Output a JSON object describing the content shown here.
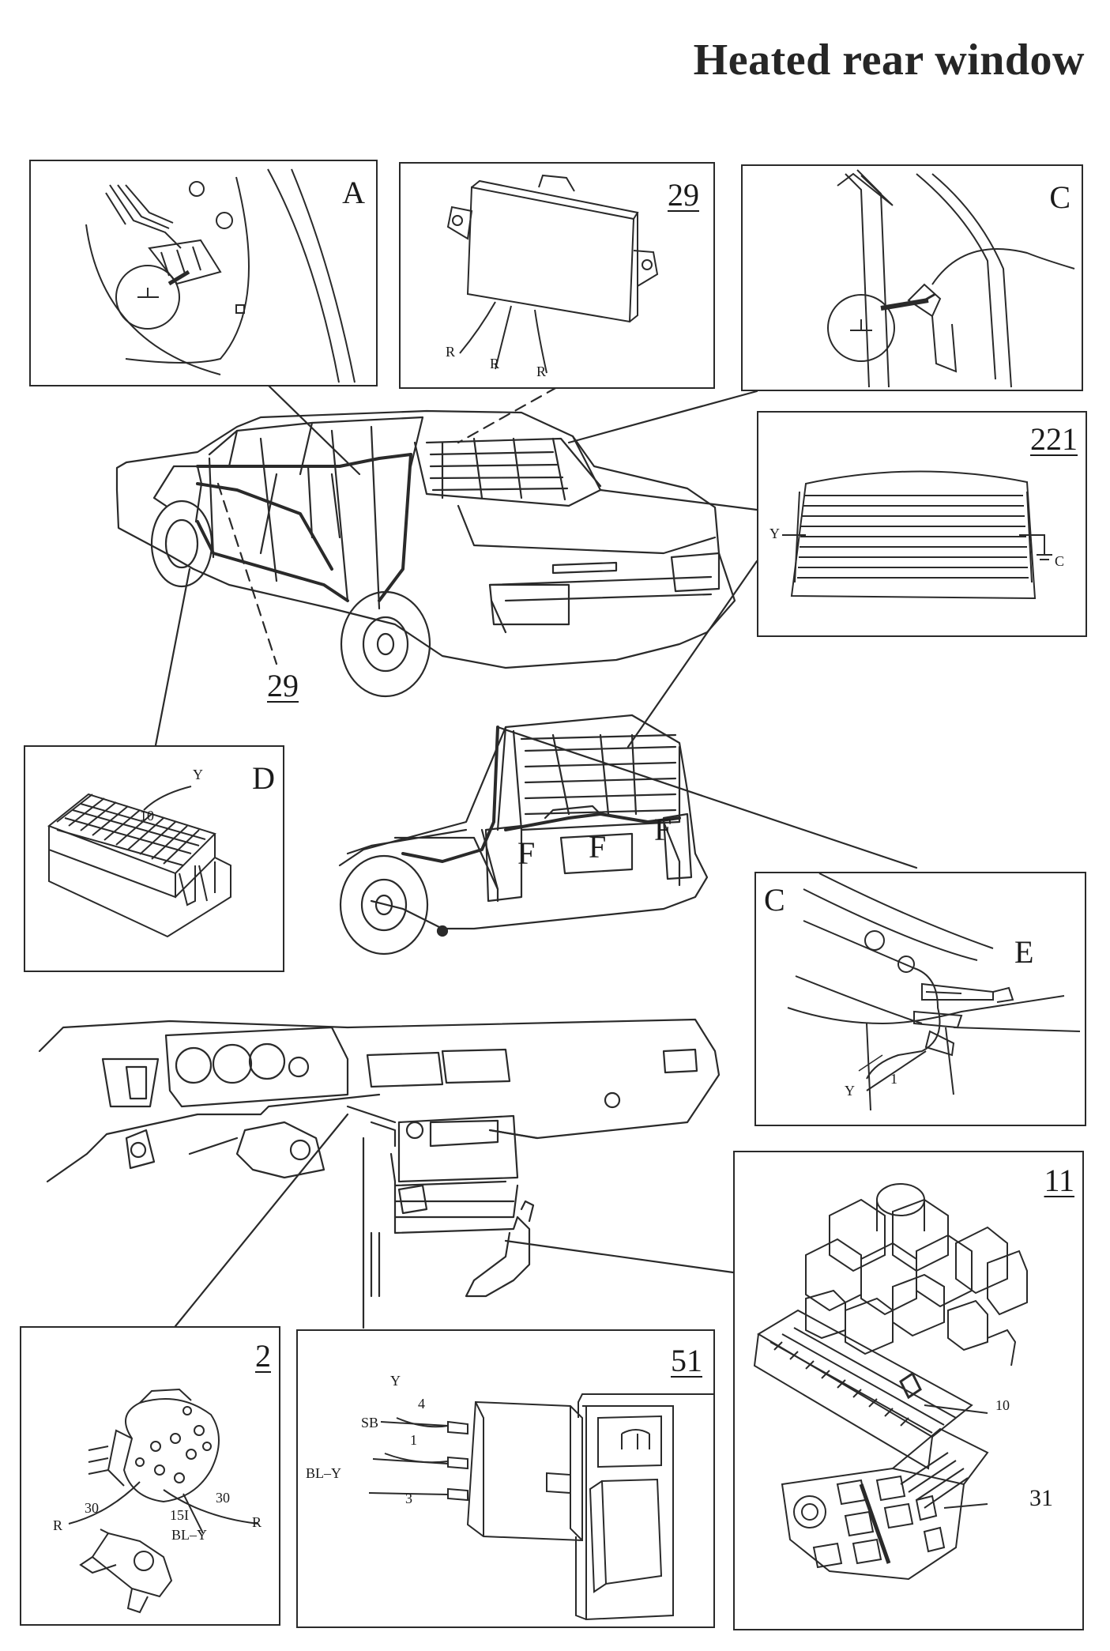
{
  "title": "Heated rear window",
  "panels": {
    "A": {
      "label": "A"
    },
    "p29": {
      "label": "29",
      "wires": [
        "R",
        "R",
        "R"
      ]
    },
    "C1": {
      "label": "C"
    },
    "p221": {
      "label": "221",
      "wire_y": "Y",
      "wire_c": "C"
    },
    "D": {
      "label": "D",
      "wire": "Y",
      "pin": "10"
    },
    "C2": {
      "label": "C",
      "sub": "E",
      "wire": "Y",
      "pin": "1"
    },
    "p2": {
      "label": "2",
      "pin_30a": "30",
      "pin_30b": "30",
      "pin_15": "15I",
      "wire_r1": "R",
      "wire_r2": "R",
      "wire_bly": "BL–Y"
    },
    "p51": {
      "label": "51",
      "wire_y": "Y",
      "pin_4": "4",
      "wire_sb": "SB",
      "pin_1": "1",
      "wire_bly": "BL–Y",
      "pin_3": "3"
    },
    "p11": {
      "label": "11",
      "ref_10": "10",
      "ref_31": "31"
    }
  },
  "car_labels": {
    "ref_29": "29",
    "f1": "F",
    "f2": "F",
    "f3": "F"
  },
  "colors": {
    "line": "#2a2a2a",
    "paper": "#ffffff"
  }
}
